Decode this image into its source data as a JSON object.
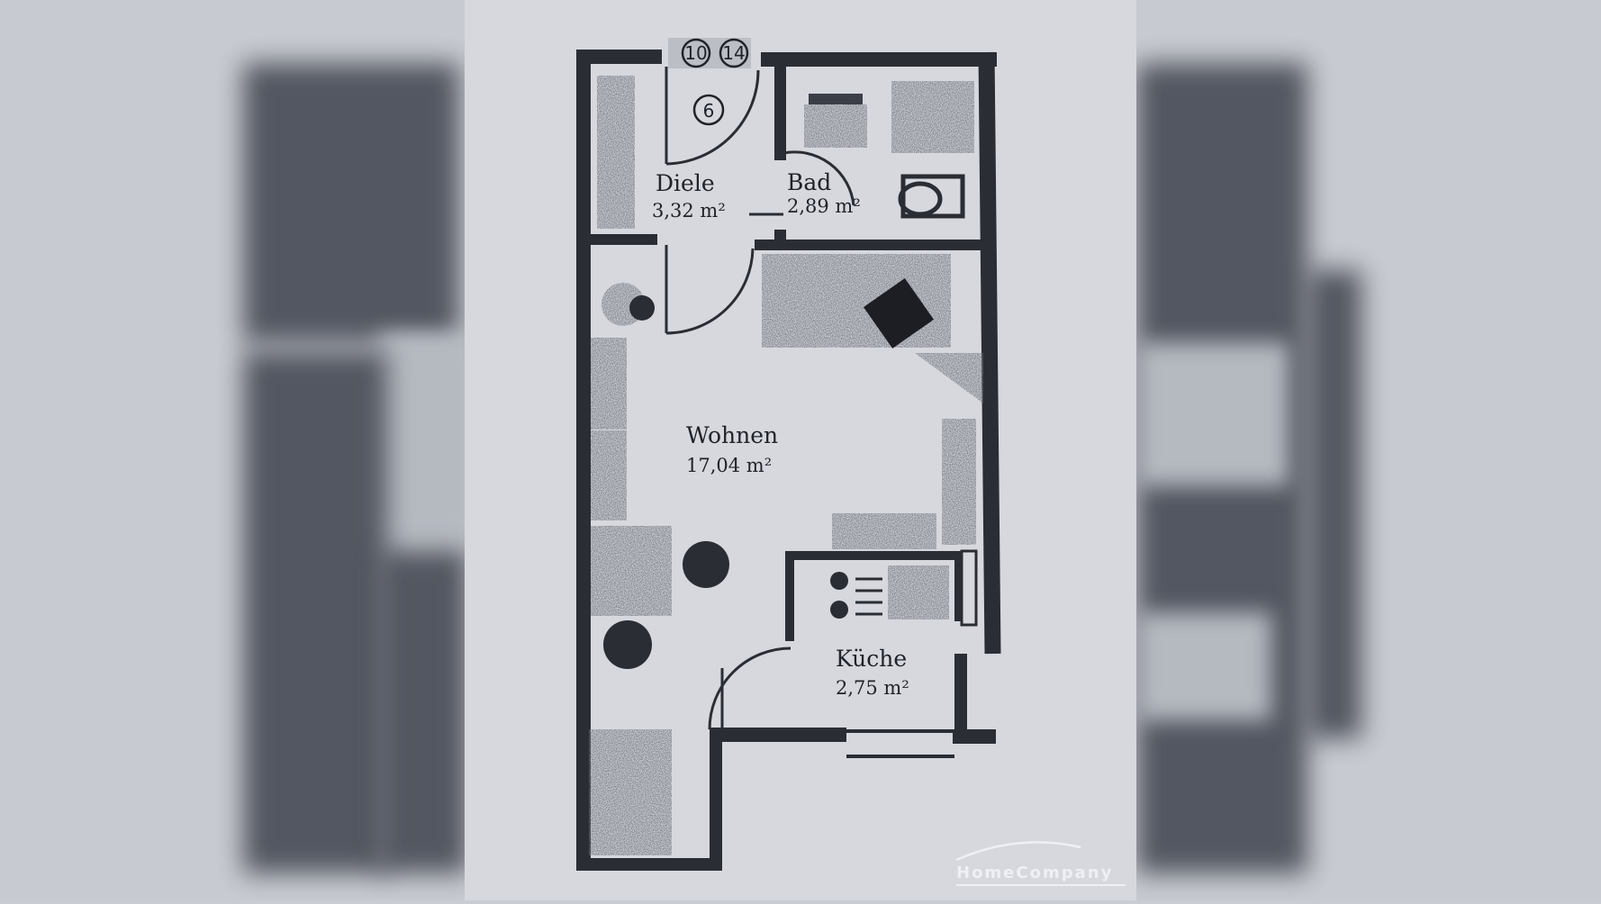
{
  "marker_top_left": "10",
  "marker_top_right": "14",
  "marker_entrance": "6",
  "rooms": [
    {
      "name": "Diele",
      "area": "3,32 m²"
    },
    {
      "name": "Bad",
      "area": "2,89 m²"
    },
    {
      "name": "Wohnen",
      "area": "17,04 m²"
    },
    {
      "name": "Küche",
      "area": "2,75 m²"
    }
  ],
  "watermark": "HomeCompany",
  "colors": {
    "wall": "#2a2d34",
    "paper": "#d6d8de",
    "ink": "#20232a",
    "blur": "#474b55"
  }
}
